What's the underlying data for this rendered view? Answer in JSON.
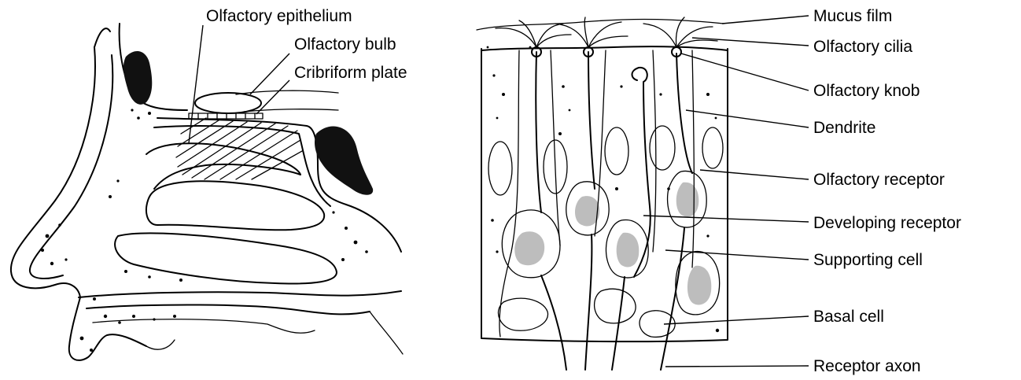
{
  "left_labels": {
    "olfactory_epithelium": "Olfactory epithelium",
    "olfactory_bulb": "Olfactory bulb",
    "cribriform_plate": "Cribriform plate"
  },
  "right_labels": {
    "mucus_film": "Mucus film",
    "olfactory_cilia": "Olfactory cilia",
    "olfactory_knob": "Olfactory knob",
    "dendrite": "Dendrite",
    "olfactory_receptor": "Olfactory receptor",
    "developing_receptor": "Developing receptor",
    "supporting_cell": "Supporting cell",
    "basal_cell": "Basal cell",
    "receptor_axon": "Receptor axon"
  }
}
